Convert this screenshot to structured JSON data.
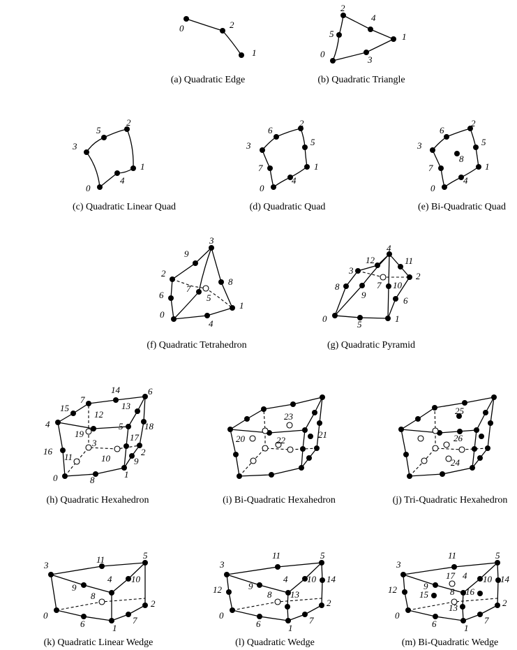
{
  "captions": {
    "a": "(a) Quadratic Edge",
    "b": "(b) Quadratic Triangle",
    "c": "(c) Quadratic Linear Quad",
    "d": "(d) Quadratic Quad",
    "e": "(e) Bi-Quadratic Quad",
    "f": "(f) Quadratic Tetrahedron",
    "g": "(g) Quadratic Pyramid",
    "h": "(h) Quadratic Hexahedron",
    "i": "(i) Bi-Quadratic Hexahedron",
    "j": "(j) Tri-Quadratic Hexahedron",
    "k": "(k) Quadratic Linear Wedge",
    "l": "(l) Quadratic Wedge",
    "m": "(m) Bi-Quadratic Wedge"
  },
  "node_labels": {
    "a": [
      "0",
      "2",
      "1"
    ],
    "b": [
      "2",
      "4",
      "5",
      "1",
      "0",
      "3"
    ],
    "c": [
      "5",
      "2",
      "3",
      "1",
      "0",
      "4"
    ],
    "d": [
      "6",
      "2",
      "3",
      "5",
      "7",
      "1",
      "0",
      "4"
    ],
    "e": [
      "6",
      "2",
      "3",
      "5",
      "8",
      "7",
      "1",
      "0",
      "4"
    ],
    "f": [
      "3",
      "9",
      "8",
      "2",
      "7",
      "5",
      "6",
      "1",
      "0",
      "4"
    ],
    "g": [
      "4",
      "12",
      "11",
      "3",
      "2",
      "7",
      "10",
      "8",
      "9",
      "6",
      "0",
      "5",
      "1"
    ],
    "h": [
      "14",
      "6",
      "7",
      "15",
      "13",
      "12",
      "4",
      "5",
      "18",
      "19",
      "17",
      "3",
      "16",
      "2",
      "11",
      "10",
      "9",
      "1",
      "0",
      "8"
    ],
    "i": [
      "23",
      "20",
      "22",
      "21"
    ],
    "j": [
      "25",
      "26",
      "24"
    ],
    "k": [
      "11",
      "5",
      "3",
      "4",
      "10",
      "9",
      "8",
      "2",
      "0",
      "7",
      "6",
      "1"
    ],
    "l": [
      "11",
      "5",
      "3",
      "4",
      "10",
      "14",
      "12",
      "9",
      "13",
      "8",
      "2",
      "0",
      "7",
      "6",
      "1"
    ],
    "m": [
      "11",
      "5",
      "3",
      "17",
      "4",
      "10",
      "14",
      "12",
      "9",
      "8",
      "16",
      "15",
      "13",
      "2",
      "0",
      "7",
      "6",
      "1"
    ]
  }
}
